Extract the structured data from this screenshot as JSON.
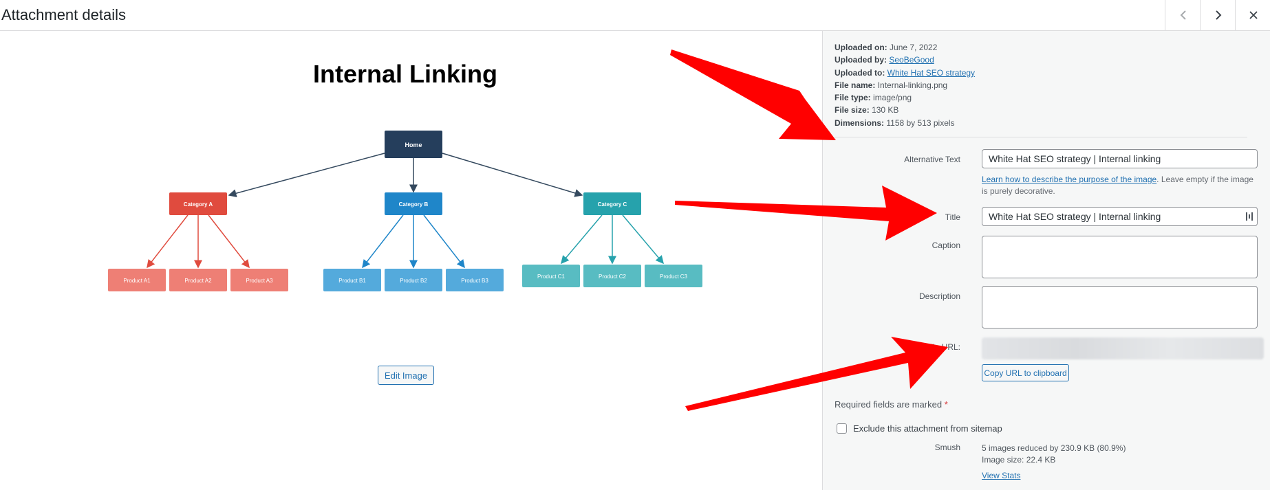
{
  "header": {
    "title": "Attachment details"
  },
  "preview": {
    "diagram": {
      "title": "Internal Linking",
      "root": "Home",
      "categories": [
        {
          "label": "Category A",
          "color": "#e04b3e",
          "child_color": "#ee7f75",
          "products": [
            "Product A1",
            "Product A2",
            "Product A3"
          ]
        },
        {
          "label": "Category B",
          "color": "#1f86c9",
          "child_color": "#54aadc",
          "products": [
            "Product B1",
            "Product B2",
            "Product B3"
          ]
        },
        {
          "label": "Category C",
          "color": "#26a2ac",
          "child_color": "#58bcc2",
          "products": [
            "Product C1",
            "Product C2",
            "Product C3"
          ]
        }
      ],
      "root_color": "#253e5c"
    },
    "edit_button": "Edit Image"
  },
  "sidebar": {
    "meta": {
      "uploaded_on_label": "Uploaded on:",
      "uploaded_on": "June 7, 2022",
      "uploaded_by_label": "Uploaded by:",
      "uploaded_by": "SeoBeGood",
      "uploaded_to_label": "Uploaded to:",
      "uploaded_to": "White Hat SEO strategy",
      "file_name_label": "File name:",
      "file_name": "Internal-linking.png",
      "file_type_label": "File type:",
      "file_type": "image/png",
      "file_size_label": "File size:",
      "file_size": "130 KB",
      "dimensions_label": "Dimensions:",
      "dimensions": "1158 by 513 pixels"
    },
    "alt_text": {
      "label": "Alternative Text",
      "value": "White Hat SEO strategy | Internal linking",
      "help_link": "Learn how to describe the purpose of the image",
      "help_text": ". Leave empty if the image is purely decorative."
    },
    "title_field": {
      "label": "Title",
      "value": "White Hat SEO strategy |  Internal linking"
    },
    "caption": {
      "label": "Caption"
    },
    "description": {
      "label": "Description"
    },
    "file_url": {
      "label": "File URL:",
      "copy_button": "Copy URL to clipboard"
    },
    "required": {
      "text": "Required fields are marked ",
      "star": "*"
    },
    "sitemap": {
      "label": "Exclude this attachment from sitemap"
    },
    "smush": {
      "label": "Smush",
      "line1": "5 images reduced by 230.9 KB (80.9%)",
      "line2": "Image size: 22.4 KB",
      "view_stats": "View Stats"
    }
  },
  "annotation_color": "#ff0000"
}
